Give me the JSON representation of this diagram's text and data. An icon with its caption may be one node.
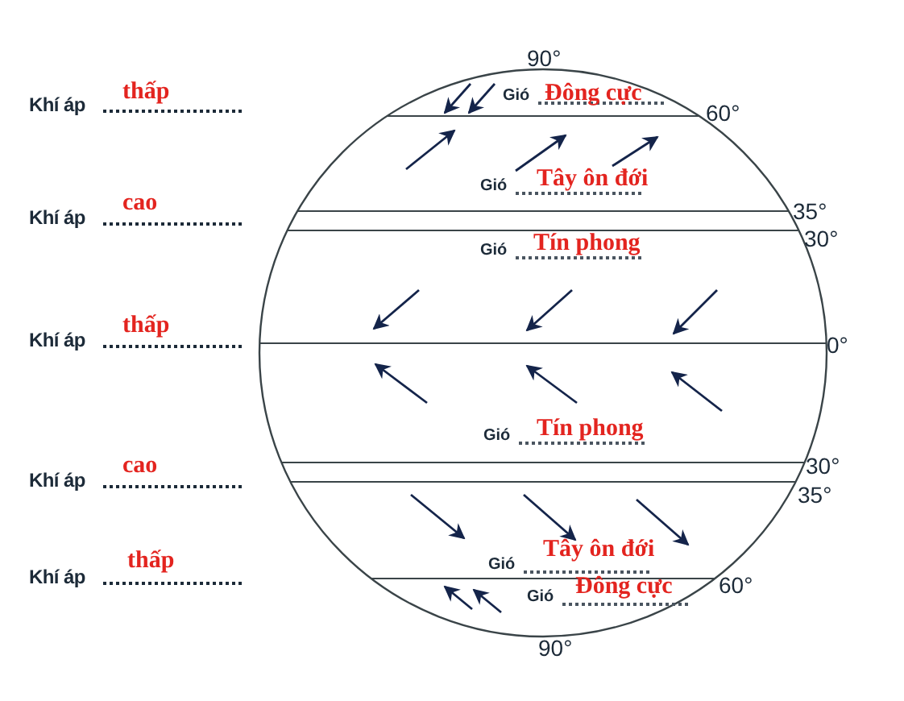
{
  "diagram": {
    "labels": [
      "90°",
      "Khí áp",
      "thấp",
      "Gió",
      "Đông cực",
      "60°",
      "Gió",
      "Tây ôn đới",
      "Khí áp",
      "cao",
      "35°",
      "30°",
      "Gió",
      "Tín phong",
      "Khí áp",
      "thấp",
      "0°",
      "Gió",
      "Tín phong",
      "Khí áp",
      "cao",
      "30°",
      "35°",
      "Gió",
      "Tây ôn đới",
      "Khí áp",
      "thấp",
      "60°",
      "Gió",
      "Đông cực",
      "90°"
    ]
  }
}
